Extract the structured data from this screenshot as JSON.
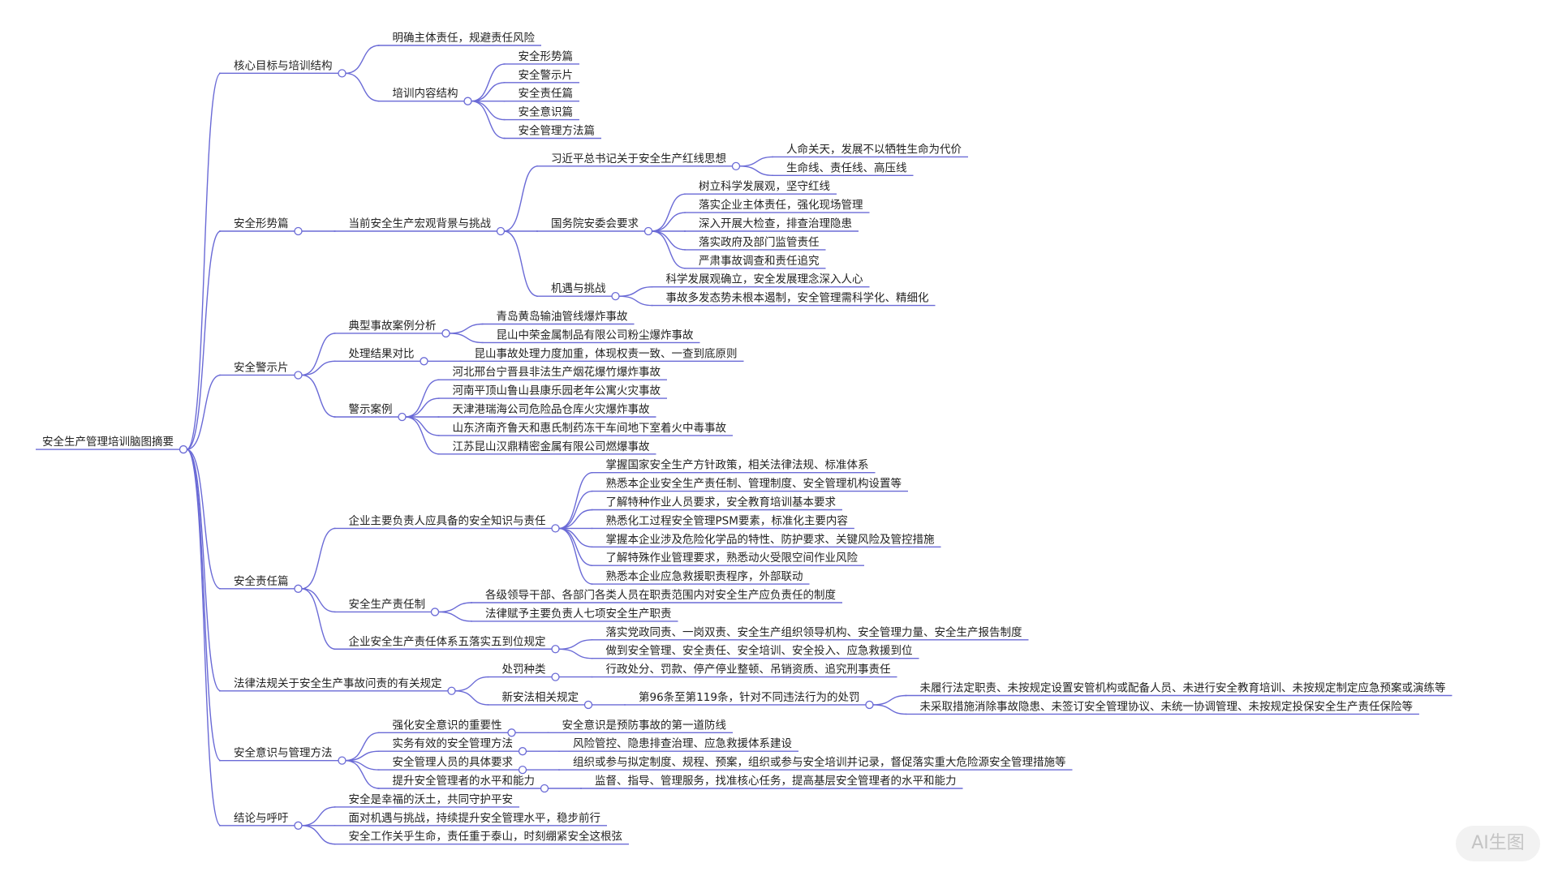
{
  "mindmap": {
    "label": "安全生产管理培训脑图摘要",
    "children": [
      {
        "label": "核心目标与培训结构",
        "children": [
          {
            "label": "明确主体责任，规避责任风险"
          },
          {
            "label": "培训内容结构",
            "children": [
              {
                "label": "安全形势篇"
              },
              {
                "label": "安全警示片"
              },
              {
                "label": "安全责任篇"
              },
              {
                "label": "安全意识篇"
              },
              {
                "label": "安全管理方法篇"
              }
            ]
          }
        ]
      },
      {
        "label": "安全形势篇",
        "children": [
          {
            "label": "当前安全生产宏观背景与挑战",
            "children": [
              {
                "label": "习近平总书记关于安全生产红线思想",
                "children": [
                  {
                    "label": "人命关天，发展不以牺牲生命为代价"
                  },
                  {
                    "label": "生命线、责任线、高压线"
                  }
                ]
              },
              {
                "label": "国务院安委会要求",
                "children": [
                  {
                    "label": "树立科学发展观，坚守红线"
                  },
                  {
                    "label": "落实企业主体责任，强化现场管理"
                  },
                  {
                    "label": "深入开展大检查，排查治理隐患"
                  },
                  {
                    "label": "落实政府及部门监管责任"
                  },
                  {
                    "label": "严肃事故调查和责任追究"
                  }
                ]
              },
              {
                "label": "机遇与挑战",
                "children": [
                  {
                    "label": "科学发展观确立，安全发展理念深入人心"
                  },
                  {
                    "label": "事故多发态势未根本遏制，安全管理需科学化、精细化"
                  }
                ]
              }
            ]
          }
        ]
      },
      {
        "label": "安全警示片",
        "children": [
          {
            "label": "典型事故案例分析",
            "children": [
              {
                "label": "青岛黄岛输油管线爆炸事故"
              },
              {
                "label": "昆山中荣金属制品有限公司粉尘爆炸事故"
              }
            ]
          },
          {
            "label": "处理结果对比",
            "children": [
              {
                "label": "昆山事故处理力度加重，体现权责一致、一查到底原则"
              }
            ]
          },
          {
            "label": "警示案例",
            "children": [
              {
                "label": "河北邢台宁晋县非法生产烟花爆竹爆炸事故"
              },
              {
                "label": "河南平顶山鲁山县康乐园老年公寓火灾事故"
              },
              {
                "label": "天津港瑞海公司危险品仓库火灾爆炸事故"
              },
              {
                "label": "山东济南齐鲁天和惠氏制药冻干车间地下室着火中毒事故"
              },
              {
                "label": "江苏昆山汉鼎精密金属有限公司燃爆事故"
              }
            ]
          }
        ]
      },
      {
        "label": "安全责任篇",
        "children": [
          {
            "label": "企业主要负责人应具备的安全知识与责任",
            "children": [
              {
                "label": "掌握国家安全生产方针政策，相关法律法规、标准体系"
              },
              {
                "label": "熟悉本企业安全生产责任制、管理制度、安全管理机构设置等"
              },
              {
                "label": "了解特种作业人员要求，安全教育培训基本要求"
              },
              {
                "label": "熟悉化工过程安全管理PSM要素，标准化主要内容"
              },
              {
                "label": "掌握本企业涉及危险化学品的特性、防护要求、关键风险及管控措施"
              },
              {
                "label": "了解特殊作业管理要求，熟悉动火受限空间作业风险"
              },
              {
                "label": "熟悉本企业应急救援职责程序，外部联动"
              }
            ]
          },
          {
            "label": "安全生产责任制",
            "children": [
              {
                "label": "各级领导干部、各部门各类人员在职责范围内对安全生产应负责任的制度"
              },
              {
                "label": "法律赋予主要负责人七项安全生产职责"
              }
            ]
          },
          {
            "label": "企业安全生产责任体系五落实五到位规定",
            "children": [
              {
                "label": "落实党政同责、一岗双责、安全生产组织领导机构、安全管理力量、安全生产报告制度"
              },
              {
                "label": "做到安全管理、安全责任、安全培训、安全投入、应急救援到位"
              }
            ]
          }
        ]
      },
      {
        "label": "法律法规关于安全生产事故问责的有关规定",
        "children": [
          {
            "label": "处罚种类",
            "children": [
              {
                "label": "行政处分、罚款、停产停业整顿、吊销资质、追究刑事责任"
              }
            ]
          },
          {
            "label": "新安法相关规定",
            "children": [
              {
                "label": "第96条至第119条，针对不同违法行为的处罚",
                "children": [
                  {
                    "label": "未履行法定职责、未按规定设置安管机构或配备人员、未进行安全教育培训、未按规定制定应急预案或演练等"
                  },
                  {
                    "label": "未采取措施消除事故隐患、未签订安全管理协议、未统一协调管理、未按规定投保安全生产责任保险等"
                  }
                ]
              }
            ]
          }
        ]
      },
      {
        "label": "安全意识与管理方法",
        "children": [
          {
            "label": "强化安全意识的重要性",
            "children": [
              {
                "label": "安全意识是预防事故的第一道防线"
              }
            ]
          },
          {
            "label": "实务有效的安全管理方法",
            "children": [
              {
                "label": "风险管控、隐患排查治理、应急救援体系建设"
              }
            ]
          },
          {
            "label": "安全管理人员的具体要求",
            "children": [
              {
                "label": "组织或参与拟定制度、规程、预案，组织或参与安全培训并记录，督促落实重大危险源安全管理措施等"
              }
            ]
          },
          {
            "label": "提升安全管理者的水平和能力",
            "children": [
              {
                "label": "监督、指导、管理服务，找准核心任务，提高基层安全管理者的水平和能力"
              }
            ]
          }
        ]
      },
      {
        "label": "结论与呼吁",
        "children": [
          {
            "label": "安全是幸福的沃土，共同守护平安"
          },
          {
            "label": "面对机遇与挑战，持续提升安全管理水平，稳步前行"
          },
          {
            "label": "安全工作关乎生命，责任重于泰山，时刻绷紧安全这根弦"
          }
        ]
      }
    ]
  },
  "watermark": "AI生图",
  "colors": {
    "line": "#6a6ad6",
    "text": "#222222",
    "background": "#ffffff"
  }
}
